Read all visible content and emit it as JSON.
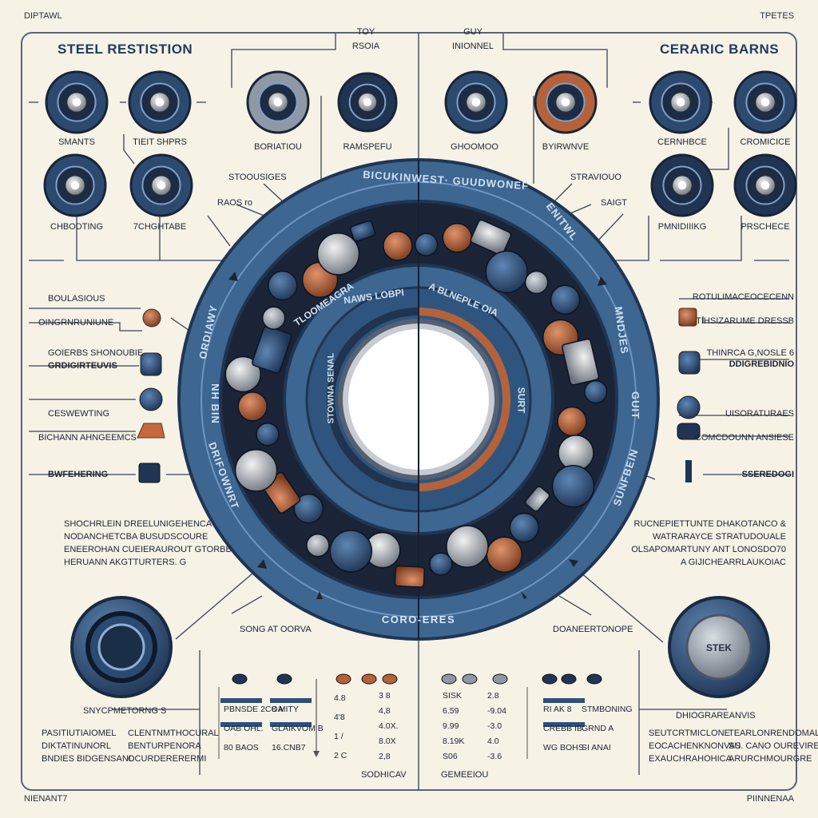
{
  "corners": {
    "top_left": "DIPTAWL",
    "top_right": "TPETES",
    "bottom_left": "NIENANT7",
    "bottom_right": "PIINNENAA"
  },
  "titles": {
    "left": "STEEL RESTISTION",
    "right": "CERARIC BARNS"
  },
  "top_tags": {
    "left": [
      "TOY",
      "RSOIA"
    ],
    "right": [
      "GUY",
      "INIONNEL"
    ]
  },
  "left_top": {
    "labels": [
      "SMANTS",
      "TIEIT SHPRS",
      "CHBODTING",
      "7CHGHTABE"
    ],
    "mid_labels": [
      "BORIATIOU",
      "RAMSPEFU"
    ]
  },
  "right_top": {
    "labels": [
      "CERNHBCE",
      "CROMICICE",
      "PMNIDIIIKG",
      "PRSCHECE"
    ],
    "mid_labels": [
      "GHOOMOO",
      "BYIRWNVE"
    ]
  },
  "ring": {
    "outer_top": "BICUKINWEST· GUUDWONEF",
    "outer_top_right": "ENITWL",
    "outer_left": "ORDIAWY",
    "outer_left2": "NH BIN",
    "outer_bottom_left": "DRIFOWNRT",
    "outer_right": "MNDJES",
    "outer_right2": "GUIT",
    "outer_bottom_right": "SUNFBEIN",
    "inner_top_left": "TLOOMEAGRA",
    "inner_top": "NAWS LOBPI",
    "inner_top_right": "A BLNEPLE OIA",
    "inner_right": "SURT",
    "inner_bottom": "CORO-ERES",
    "inner_label_left": "STOWNA SENAL"
  },
  "callouts": {
    "left_upper": "STOOUSIGES",
    "left_dot": "RAOS ro",
    "right_upper": "STRAVIOUO",
    "right_dot": "SAIGT"
  },
  "left_items": [
    {
      "label": "BOULASIOUS",
      "sub": "OINGRNRUNIUNE"
    },
    {
      "label": "GOIERBS SHONOUBIE",
      "sub": "GRDIGIRTEUVIS"
    },
    {
      "label": "CESWEWTING",
      "sub": "BICHANN AHNGEEMCS"
    },
    {
      "label": "BWFEHERING",
      "sub": ""
    }
  ],
  "right_items": [
    {
      "label": "ROTULIMACEOCECENN",
      "sub": "TIHSIZARUME DRESSB"
    },
    {
      "label": "THINRCA G,NOSLE 6",
      "sub": "DDIGREBIDNIO"
    },
    {
      "label": "UISORATURAES",
      "sub": "COMCDOUNN ANSIESE"
    },
    {
      "label": "SSEREDOGI",
      "sub": ""
    }
  ],
  "left_para": [
    "SHOCHRLEIN DREELUNIGEHENCA",
    "NODANCHETCBA BUSUDSCOURE",
    "ENEEROHAN CUEIERAUROUT GTORBB",
    "HERUANN AKGTTURTERS. G"
  ],
  "right_para": [
    "RUCNEPIETTUNTE DHAKOTANCO &",
    "WATRARAYCE STRATUDOUALE",
    "OLSAPOMARTUNY ANT LONOSDO70",
    "A GIJICHEARRLAUKOIAC"
  ],
  "knobs": {
    "left_caption": "SONG AT OORVA",
    "right_caption": "DOANEERTONOPE",
    "right_button": "STEK"
  },
  "bottom_left": {
    "heading": "SNYCPMETORNG S",
    "notes": [
      "PASITIUTIAIOMEL",
      "DIKTATINUNORL",
      "BNDIES BIDGENSANL"
    ],
    "notes2": [
      "CLENTNMTHOCURAL",
      "BENTURPENORA",
      "OCURDERERERMI"
    ],
    "cols": [
      [
        "PBNSDE 2COA",
        "OAB OHL.",
        "80 BAOS"
      ],
      [
        "8 MITY",
        "GLAIKVOM B",
        "16.CNB7"
      ],
      [
        "4.8",
        "4'8",
        "1 /",
        "2 C"
      ],
      [
        "3 8",
        "4,8",
        "4.0X.",
        "8.0X",
        "2,8"
      ]
    ],
    "footer": "SODHICAV"
  },
  "bottom_right": {
    "heading": "DHIOGRAREANVIS",
    "notes": [
      "SEUTCRTMICLONE",
      "EOCACHENKNONVAS",
      "EXAUCHRAHOHICA"
    ],
    "notes2": [
      "TEARLONRENDOMAL",
      "SU. CANO OUREVIRE",
      "ARURCHMOURGRE"
    ],
    "cols": [
      [
        "SISK",
        "6.59",
        "9.99",
        "8.19K",
        "S06"
      ],
      [
        "2.8",
        "-9.04",
        "-3.0",
        "4.0",
        "-3.6"
      ],
      [
        "RI AK 8",
        "CREBB IB",
        "WG BOHS"
      ],
      [
        "STMBONING",
        "GRND A",
        "SI ANAI"
      ]
    ],
    "footer": "GEMEEIOU"
  },
  "colors": {
    "navy": "#2c4a70",
    "ring": "#3d6690",
    "copper": "#b5623a",
    "cream": "#f6f2e6",
    "dark": "#1a2436"
  }
}
